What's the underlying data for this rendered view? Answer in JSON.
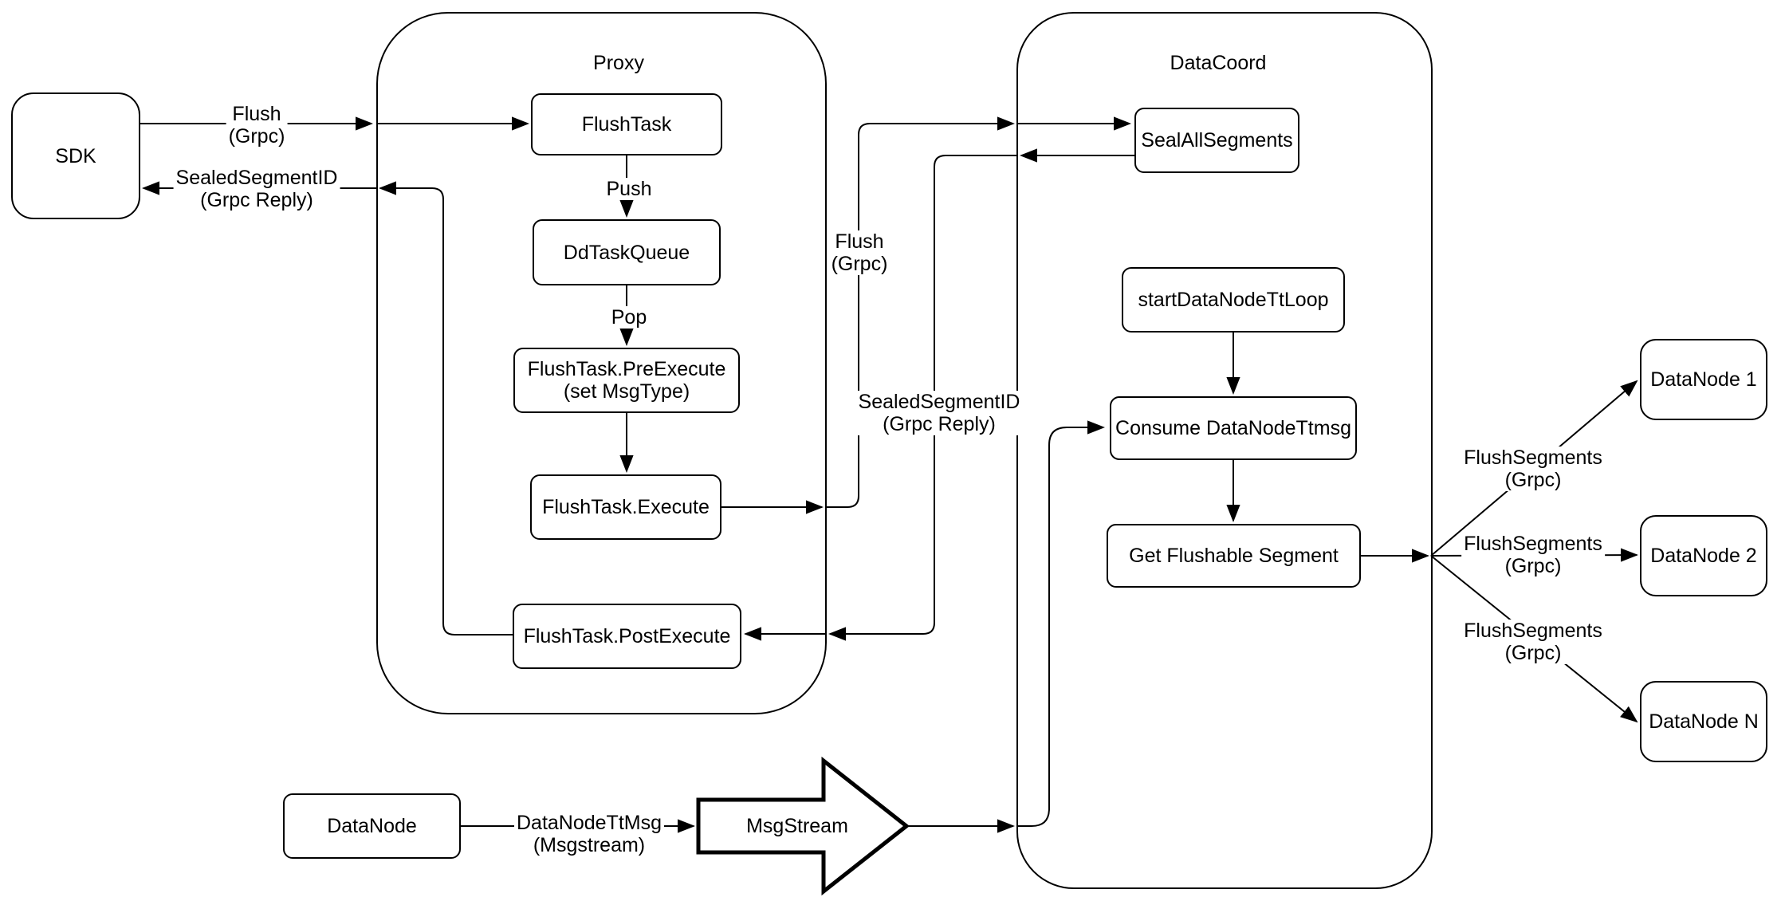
{
  "colors": {
    "stroke": "#000000",
    "background": "#ffffff"
  },
  "containers": {
    "proxy": {
      "title": "Proxy"
    },
    "datacoord": {
      "title": "DataCoord"
    }
  },
  "nodes": {
    "sdk": {
      "label": "SDK"
    },
    "flush_task": {
      "label": "FlushTask"
    },
    "dd_task_queue": {
      "label": "DdTaskQueue"
    },
    "pre_execute": {
      "label": "FlushTask.PreExecute\n(set MsgType)"
    },
    "execute": {
      "label": "FlushTask.Execute"
    },
    "post_execute": {
      "label": "FlushTask.PostExecute"
    },
    "seal_all_segments": {
      "label": "SealAllSegments"
    },
    "start_datanode_ttloop": {
      "label": "startDataNodeTtLoop"
    },
    "consume_ttmsg": {
      "label": "Consume DataNodeTtmsg"
    },
    "get_flushable": {
      "label": "Get Flushable Segment"
    },
    "datanode_1": {
      "label": "DataNode 1"
    },
    "datanode_2": {
      "label": "DataNode 2"
    },
    "datanode_n": {
      "label": "DataNode N"
    },
    "datanode": {
      "label": "DataNode"
    },
    "msgstream": {
      "label": "MsgStream"
    }
  },
  "edge_labels": {
    "flush_grpc_sdk": "Flush\n(Grpc)",
    "sealed_reply_sdk": "SealedSegmentID\n(Grpc Reply)",
    "push": "Push",
    "pop": "Pop",
    "flush_grpc_mid": "Flush\n(Grpc)",
    "sealed_reply_mid": "SealedSegmentID\n(Grpc Reply)",
    "flush_segments_1": "FlushSegments\n(Grpc)",
    "flush_segments_2": "FlushSegments\n(Grpc)",
    "flush_segments_3": "FlushSegments\n(Grpc)",
    "datanode_ttmsg": "DataNodeTtMsg\n(Msgstream)"
  }
}
